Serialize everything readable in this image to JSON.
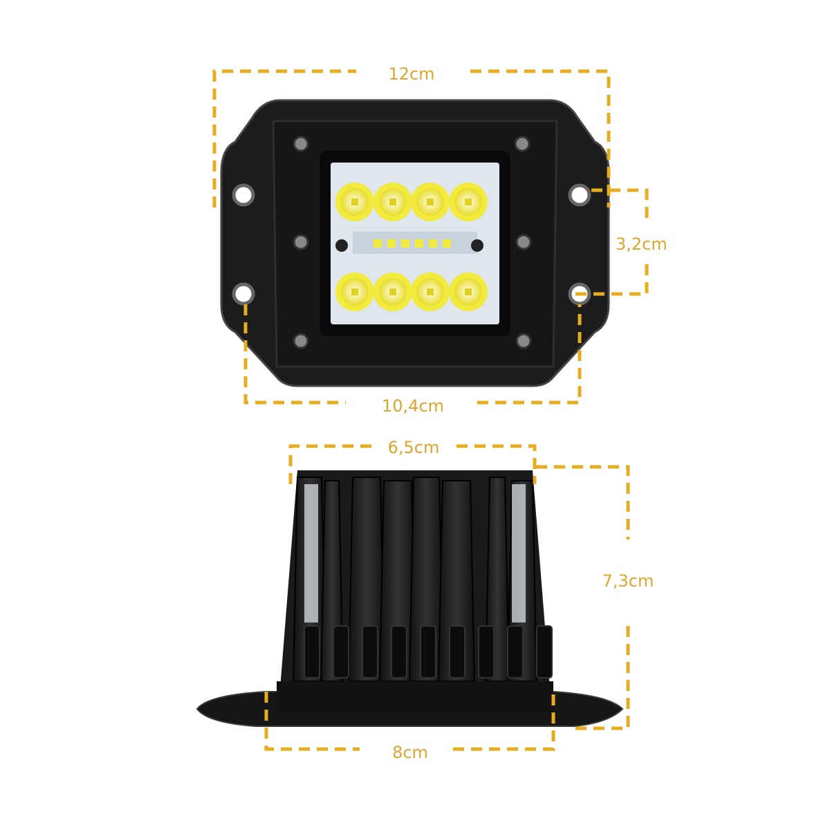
{
  "dimensions": {
    "front_width": "12cm",
    "hole_spacing_vertical": "3,2cm",
    "hole_spacing_horizontal": "10,4cm",
    "side_top_width": "6,5cm",
    "side_height": "7,3cm",
    "side_base_width": "8cm"
  },
  "colors": {
    "dimension_line": "#e6ad22",
    "label": "#d9a62e",
    "body": "#1a1a1a",
    "led": "#f2ea3c"
  }
}
